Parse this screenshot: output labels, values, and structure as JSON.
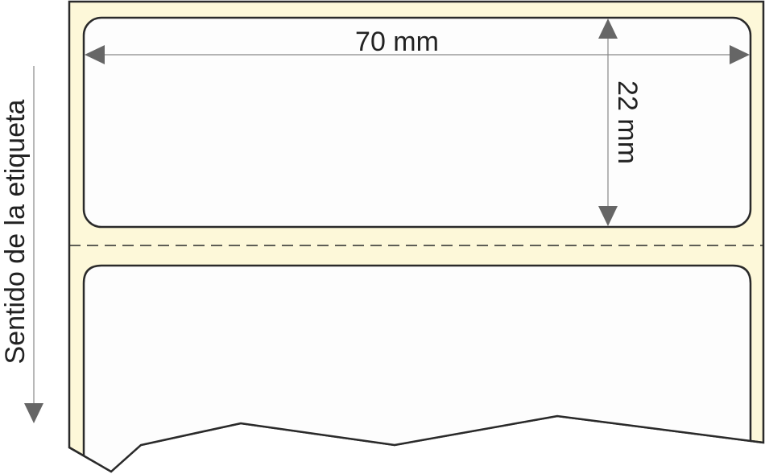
{
  "diagram": {
    "width_label": "70 mm",
    "height_label": "22 mm",
    "direction_label": "Sentido de la etiqueta",
    "colors": {
      "liner": "#fdf8d9",
      "label": "#fdfdfd",
      "outline": "#2a2a2a",
      "arrow": "#666666"
    }
  }
}
